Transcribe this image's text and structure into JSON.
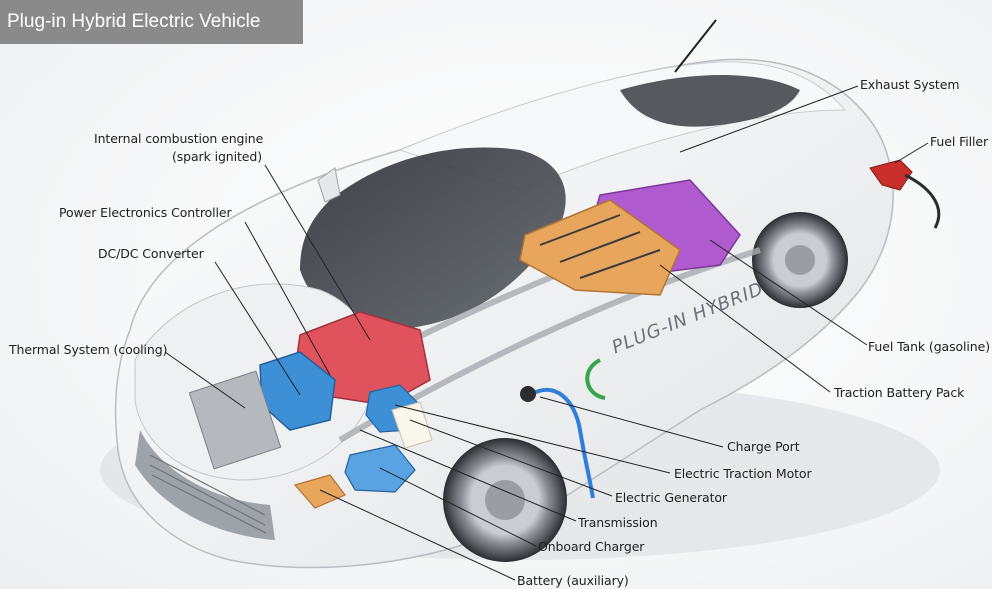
{
  "title": "Plug-in Hybrid Electric Vehicle",
  "labels": {
    "exhaust_system": "Exhaust System",
    "fuel_filler": "Fuel Filler",
    "ice_line1": "Internal combustion engine",
    "ice_line2": "(spark ignited)",
    "power_electronics": "Power Electronics Controller",
    "dcdc": "DC/DC Converter",
    "thermal": "Thermal System (cooling)",
    "fuel_tank": "Fuel Tank (gasoline)",
    "traction_battery": "Traction Battery Pack",
    "charge_port": "Charge Port",
    "traction_motor": "Electric Traction Motor",
    "generator": "Electric Generator",
    "transmission": "Transmission",
    "onboard_charger": "Onboard Charger",
    "battery_aux": "Battery (auxiliary)"
  },
  "car_decal": "PLUG-IN HYBRID",
  "colors": {
    "title_bg": "#8a8a8a",
    "engine_red": "#e0525c",
    "electronics_blue": "#3d8fd6",
    "battery_orange": "#e8a55c",
    "fuel_tank_purple": "#b05ad0",
    "charge_cable_blue": "#2f7fd8"
  }
}
